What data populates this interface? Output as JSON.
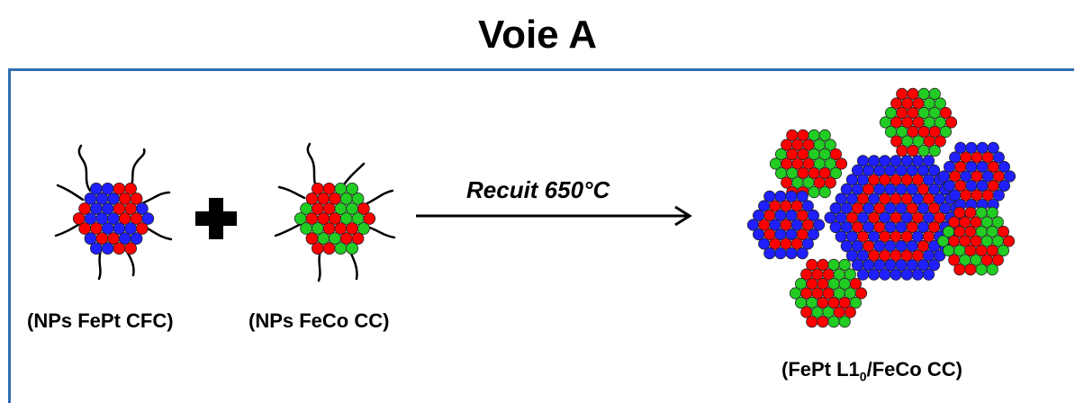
{
  "title": "Voie A",
  "left_label": "(NPs FePt CFC)",
  "middle_label": "(NPs FeCo CC)",
  "arrow_label": "Recuit 650°C",
  "result_label": {
    "prefix": "(FePt L1",
    "subscript": "0",
    "suffix": "/FeCo CC)"
  },
  "colors": {
    "frame": "#2f6fb0",
    "red": "#ff0000",
    "blue": "#1f1fff",
    "green": "#22cc22"
  }
}
